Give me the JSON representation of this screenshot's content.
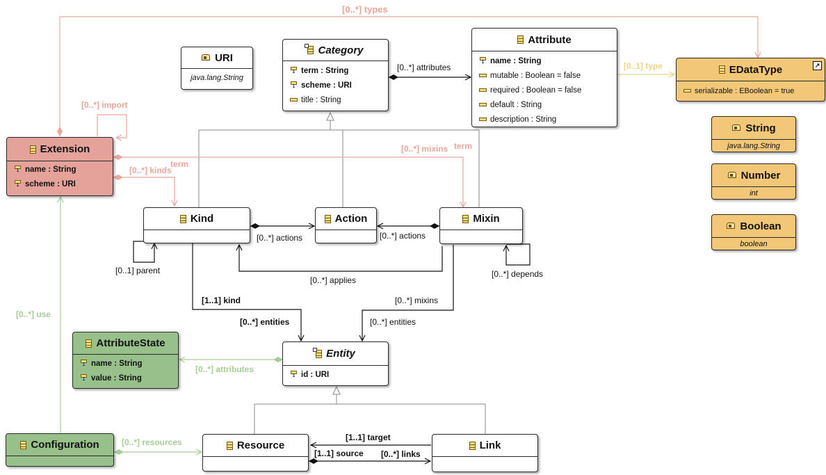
{
  "colors": {
    "extension_fill": "#e4a29a",
    "extension_link": "#e8a79a",
    "datatype_fill": "#f2c777",
    "datatype_link": "#efd486",
    "config_fill": "#97c08a",
    "config_link": "#a6cd98",
    "line": "#111111"
  },
  "classes": {
    "uri": {
      "name": "URI",
      "icon": "datatype-icon",
      "instance": "java.lang.String"
    },
    "category": {
      "name": "Category",
      "icon": "abstract-class-icon",
      "attrs": [
        {
          "text": "term : String",
          "key": true
        },
        {
          "text": "scheme : URI",
          "key": true
        },
        {
          "text": "title : String",
          "key": false
        }
      ]
    },
    "attribute": {
      "name": "Attribute",
      "icon": "class-icon",
      "attrs": [
        {
          "text": "name : String",
          "key": true
        },
        {
          "text": "mutable : Boolean = false",
          "key": false
        },
        {
          "text": "required : Boolean = false",
          "key": false
        },
        {
          "text": "default : String",
          "key": false
        },
        {
          "text": "description : String",
          "key": false
        }
      ]
    },
    "edatatype": {
      "name": "EDataType",
      "icon": "class-icon",
      "link_badge": "↗",
      "attrs": [
        {
          "text": "serializable : EBoolean = true",
          "key": false
        }
      ]
    },
    "string": {
      "name": "String",
      "icon": "datatype-icon",
      "instance": "java.lang.String"
    },
    "number": {
      "name": "Number",
      "icon": "datatype-icon",
      "instance": "int"
    },
    "boolean": {
      "name": "Boolean",
      "icon": "datatype-icon",
      "instance": "boolean"
    },
    "extension": {
      "name": "Extension",
      "icon": "class-icon",
      "attrs": [
        {
          "text": "name : String",
          "key": true
        },
        {
          "text": "scheme : URI",
          "key": true
        }
      ]
    },
    "kind": {
      "name": "Kind",
      "icon": "class-icon"
    },
    "action": {
      "name": "Action",
      "icon": "class-icon"
    },
    "mixin": {
      "name": "Mixin",
      "icon": "class-icon"
    },
    "attributestate": {
      "name": "AttributeState",
      "icon": "class-icon",
      "attrs": [
        {
          "text": "name : String",
          "key": true
        },
        {
          "text": "value : String",
          "key": true
        }
      ]
    },
    "entity": {
      "name": "Entity",
      "icon": "abstract-class-icon",
      "attrs": [
        {
          "text": "id : URI",
          "key": true
        }
      ]
    },
    "configuration": {
      "name": "Configuration",
      "icon": "class-icon"
    },
    "resource": {
      "name": "Resource",
      "icon": "class-icon"
    },
    "link": {
      "name": "Link",
      "icon": "class-icon"
    }
  },
  "labels": {
    "types": "[0..*] types",
    "import": "[0..*] import",
    "attributes_cat": "[0..*] attributes",
    "type": "[0..1] type",
    "mixins_ext": "[0..*] mixins",
    "term_mixin": "term",
    "kinds_ext": "[0..*] kinds",
    "term_kind": "term",
    "actions_kind": "[0..*] actions",
    "actions_mixin": "[0..*] actions",
    "parent": "[0..1] parent",
    "applies": "[0..*] applies",
    "depends": "[0..*] depends",
    "kind": "[1..1] kind",
    "entities_kind": "[0..*] entities",
    "mixins_entity": "[0..*] mixins",
    "entities_mixin": "[0..*] entities",
    "use": "[0..*] use",
    "attributes_entity": "[0..*] attributes",
    "resources": "[0..*] resources",
    "target": "[1..1] target",
    "source": "[1..1] source",
    "links": "[0..*] links"
  }
}
